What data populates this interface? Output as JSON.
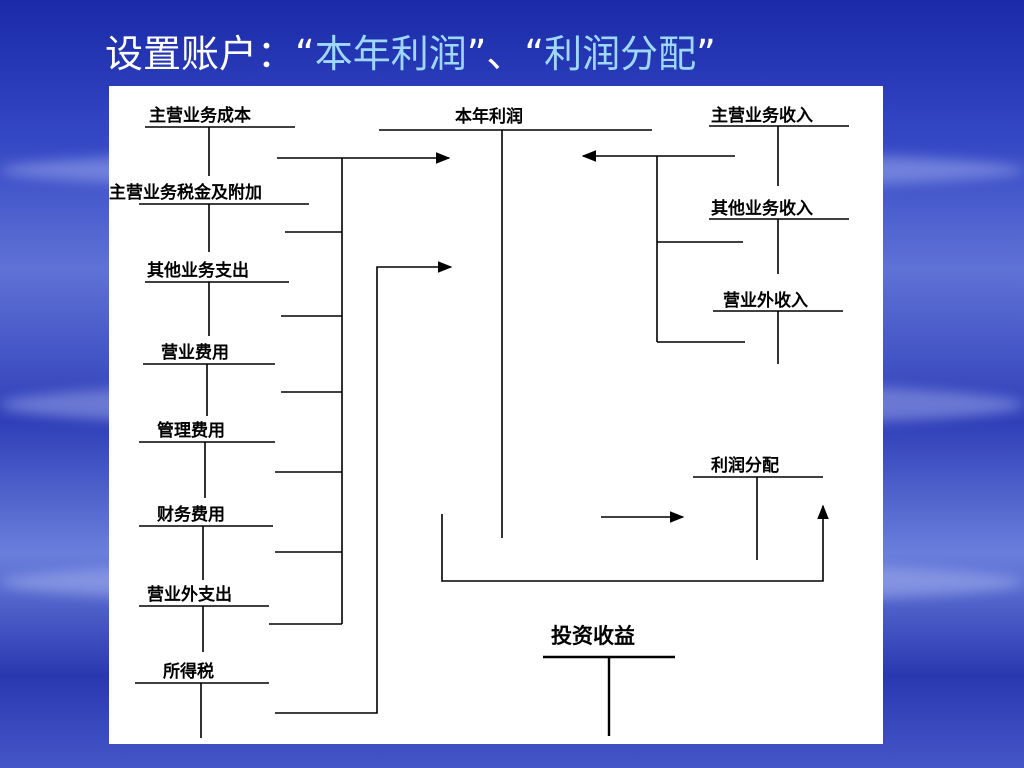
{
  "slide": {
    "title_prefix": "设置账户：“",
    "title_accent_1": "本年利润",
    "title_middle": "”、“",
    "title_accent_2": "利润分配",
    "title_suffix": "”"
  },
  "diagram": {
    "center_account": "本年利润",
    "expense_accounts": [
      "主营业务成本",
      "主营业务税金及附加",
      "其他业务支出",
      "营业费用",
      "管理费用",
      "财务费用",
      "营业外支出",
      "所得税"
    ],
    "income_accounts": [
      "主营业务收入",
      "其他业务收入",
      "营业外收入"
    ],
    "distribution_account": "利润分配",
    "investment_account": "投资收益"
  },
  "colors": {
    "background": "#2f3fb8",
    "title_text": "#ffffff",
    "title_accent": "#9fd8ff",
    "panel": "#ffffff",
    "line": "#000000"
  }
}
